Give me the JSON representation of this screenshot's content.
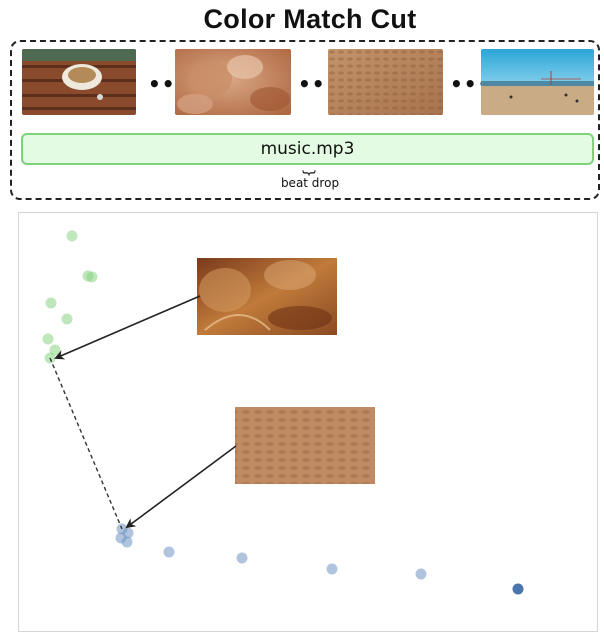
{
  "title": "Color Match Cut",
  "ellipsis": "•••",
  "audio_track": {
    "label": "music.mp3",
    "marker_label": "beat drop"
  },
  "thumbnails": [
    {
      "name": "table-bowl-frame",
      "color": "#8a4a2c"
    },
    {
      "name": "iced-drink-frame",
      "color": "#c08057"
    },
    {
      "name": "sand-closeup-frame",
      "color": "#b78660"
    },
    {
      "name": "beach-frame",
      "color": "#3fb0d8"
    }
  ],
  "scatter": {
    "green_color": "#7fcf7a",
    "blue_color": "#6f93c2",
    "dark_blue_color": "#3f6fa6",
    "arrow_color": "#222222"
  }
}
